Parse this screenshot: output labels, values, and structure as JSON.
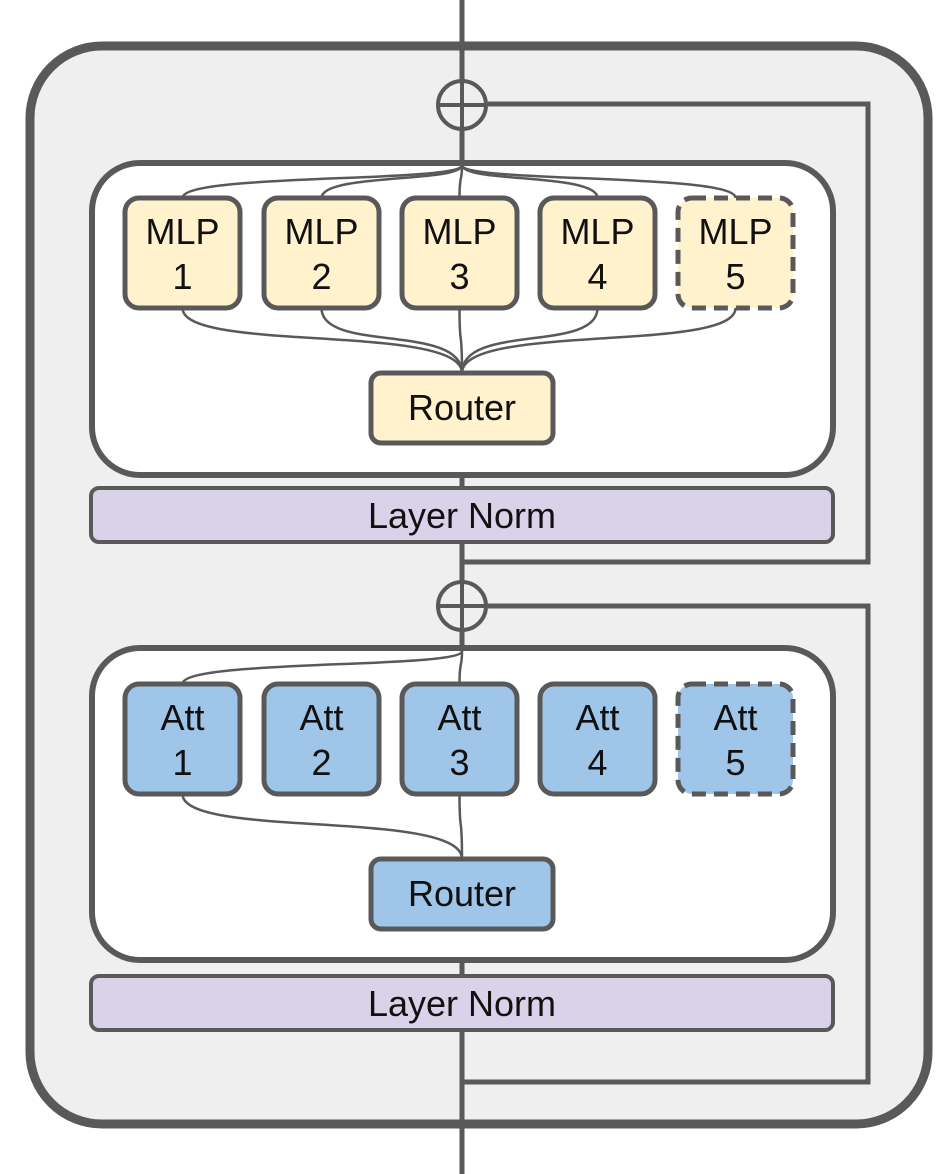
{
  "colors": {
    "outer_fill": "#efefef",
    "stroke": "#595959",
    "panel_fill": "#ffffff",
    "mlp_fill": "#fff2cc",
    "att_fill": "#9fc5e8",
    "norm_fill": "#d9d2e9"
  },
  "mlp_block": {
    "experts": [
      {
        "line1": "MLP",
        "line2": "1",
        "dashed": false
      },
      {
        "line1": "MLP",
        "line2": "2",
        "dashed": false
      },
      {
        "line1": "MLP",
        "line2": "3",
        "dashed": false
      },
      {
        "line1": "MLP",
        "line2": "4",
        "dashed": false
      },
      {
        "line1": "MLP",
        "line2": "5",
        "dashed": true
      }
    ],
    "router_label": "Router",
    "norm_label": "Layer Norm"
  },
  "att_block": {
    "experts": [
      {
        "line1": "Att",
        "line2": "1",
        "dashed": false
      },
      {
        "line1": "Att",
        "line2": "2",
        "dashed": false
      },
      {
        "line1": "Att",
        "line2": "3",
        "dashed": false
      },
      {
        "line1": "Att",
        "line2": "4",
        "dashed": false
      },
      {
        "line1": "Att",
        "line2": "5",
        "dashed": true
      }
    ],
    "router_label": "Router",
    "norm_label": "Layer Norm"
  },
  "connections": {
    "mlp_active_experts": [
      1,
      2,
      3,
      4,
      5
    ],
    "att_active_experts": [
      1,
      3
    ]
  }
}
